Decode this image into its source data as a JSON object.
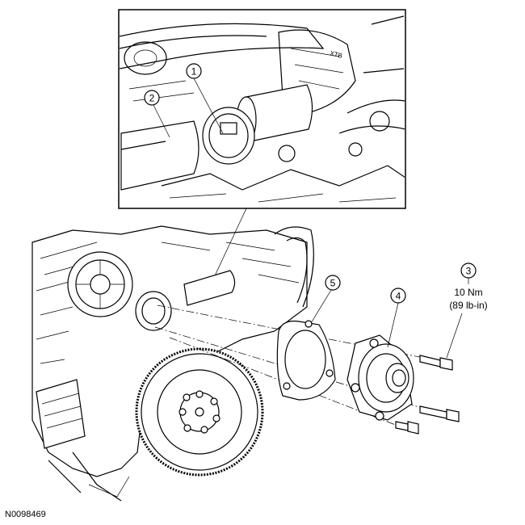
{
  "callouts": [
    {
      "number": "1"
    },
    {
      "number": "2"
    },
    {
      "number": "3",
      "torque": "10 Nm",
      "torque_alt": "(89 lb-in)"
    },
    {
      "number": "4"
    },
    {
      "number": "5"
    }
  ],
  "figure_id": "N0098469"
}
